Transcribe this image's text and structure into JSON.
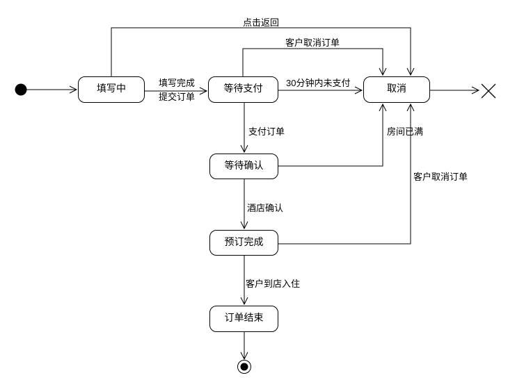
{
  "diagram": {
    "type": "uml-state-diagram",
    "background_color": "#ffffff",
    "stroke_color": "#000000",
    "text_color": "#000000"
  },
  "states": [
    {
      "id": "filling",
      "label": "填写中"
    },
    {
      "id": "awaiting-payment",
      "label": "等待支付"
    },
    {
      "id": "cancelled",
      "label": "取消"
    },
    {
      "id": "awaiting-confirmation",
      "label": "等待确认"
    },
    {
      "id": "booking-complete",
      "label": "预订完成"
    },
    {
      "id": "order-ended",
      "label": "订单结束"
    }
  ],
  "pseudo_states": [
    {
      "id": "initial",
      "kind": "initial-node"
    },
    {
      "id": "final",
      "kind": "final-node"
    },
    {
      "id": "terminate",
      "kind": "terminate-x"
    }
  ],
  "transitions": [
    {
      "from": "filling",
      "to": "cancelled",
      "label": "点击返回"
    },
    {
      "from": "awaiting-payment",
      "to": "cancelled",
      "label": "客户取消订单"
    },
    {
      "from": "initial",
      "to": "filling"
    },
    {
      "from": "filling",
      "to": "awaiting-payment",
      "label": "填写完成",
      "label2": "提交订单"
    },
    {
      "from": "awaiting-payment",
      "to": "cancelled",
      "label": "30分钟内未支付"
    },
    {
      "from": "cancelled",
      "to": "terminate"
    },
    {
      "from": "awaiting-payment",
      "to": "awaiting-confirmation",
      "label": "支付订单"
    },
    {
      "from": "awaiting-confirmation",
      "to": "cancelled",
      "label": "房间已满"
    },
    {
      "from": "booking-complete",
      "to": "cancelled",
      "label": "客户取消订单"
    },
    {
      "from": "awaiting-confirmation",
      "to": "booking-complete",
      "label": "酒店确认"
    },
    {
      "from": "booking-complete",
      "to": "order-ended",
      "label": "客户到店入住"
    },
    {
      "from": "order-ended",
      "to": "final"
    }
  ]
}
